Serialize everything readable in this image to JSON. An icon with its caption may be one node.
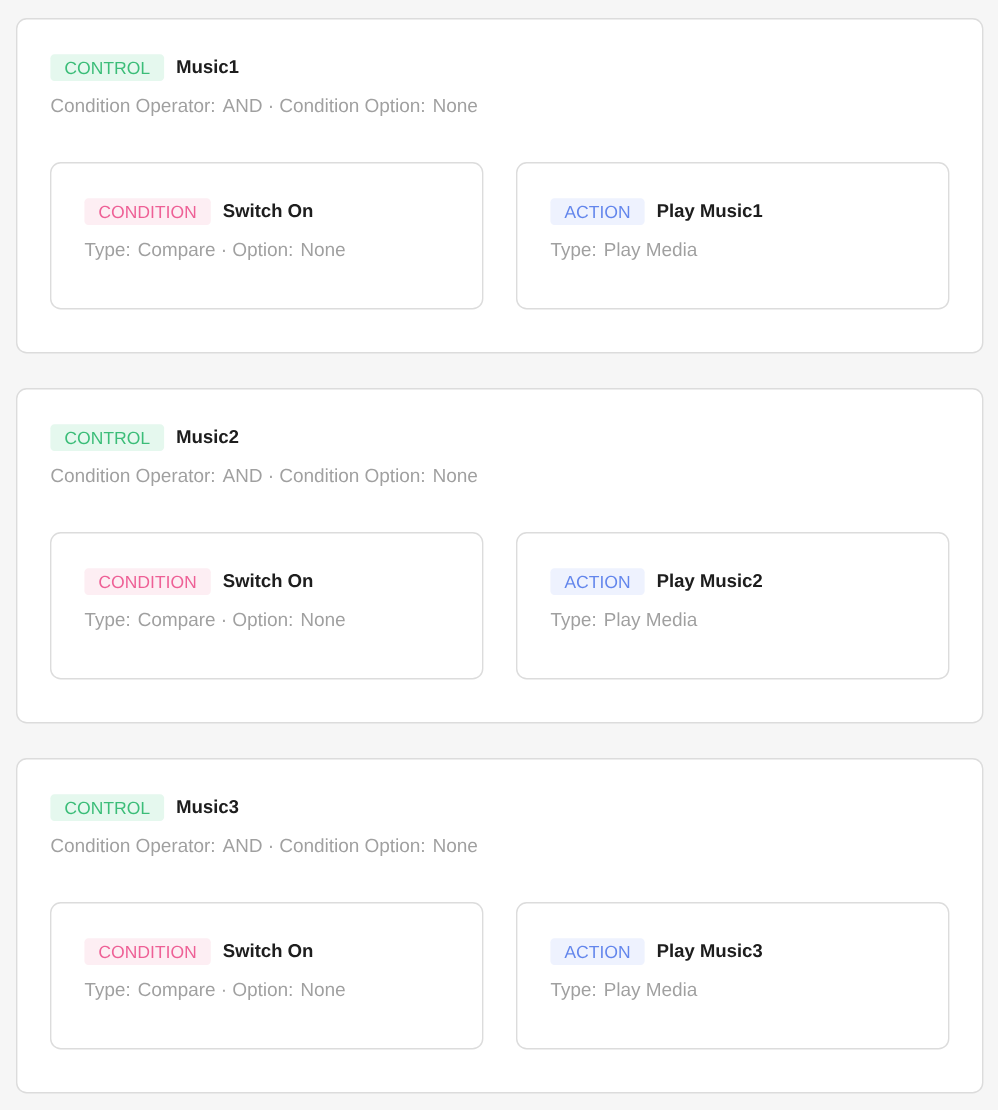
{
  "diagram": {
    "nodes": [
      {
        "text": [
          "Music1",
          "Condition Operator: AND · Condition Option: None"
        ]
      },
      {
        "text": [
          "CONTROL"
        ],
        "in": 0
      },
      {
        "text": [
          "Switch On",
          "Type: Compare · Option: None"
        ],
        "in": 0
      },
      {
        "text": [
          "CONDITION"
        ],
        "in": 2
      },
      {
        "text": [
          "Play Music1",
          "Type: Play Media"
        ],
        "in": 0
      },
      {
        "text": [
          "ACTION"
        ],
        "in": 4
      },
      {
        "text": [
          "Music2",
          "Condition Operator: AND · Condition Option: None"
        ]
      },
      {
        "text": [
          "CONTROL"
        ],
        "in": 6
      },
      {
        "text": [
          "Switch On",
          "Type: Compare · Option: None"
        ],
        "in": 6
      },
      {
        "text": [
          "CONDITION"
        ],
        "in": 8
      },
      {
        "text": [
          "Play Music2",
          "Type: Play Media"
        ],
        "in": 6
      },
      {
        "text": [
          "ACTION"
        ],
        "in": 10
      },
      {
        "text": [
          "Music3",
          "Condition Operator: AND · Condition Option: None"
        ]
      },
      {
        "text": [
          "CONTROL"
        ],
        "in": 12
      },
      {
        "text": [
          "Switch On",
          "Type: Compare · Option: None"
        ],
        "in": 12
      },
      {
        "text": [
          "CONDITION"
        ],
        "in": 14
      },
      {
        "text": [
          "Play Music3",
          "Type: Play Media"
        ],
        "in": 12
      },
      {
        "text": [
          "ACTION"
        ],
        "in": 16
      }
    ]
  }
}
